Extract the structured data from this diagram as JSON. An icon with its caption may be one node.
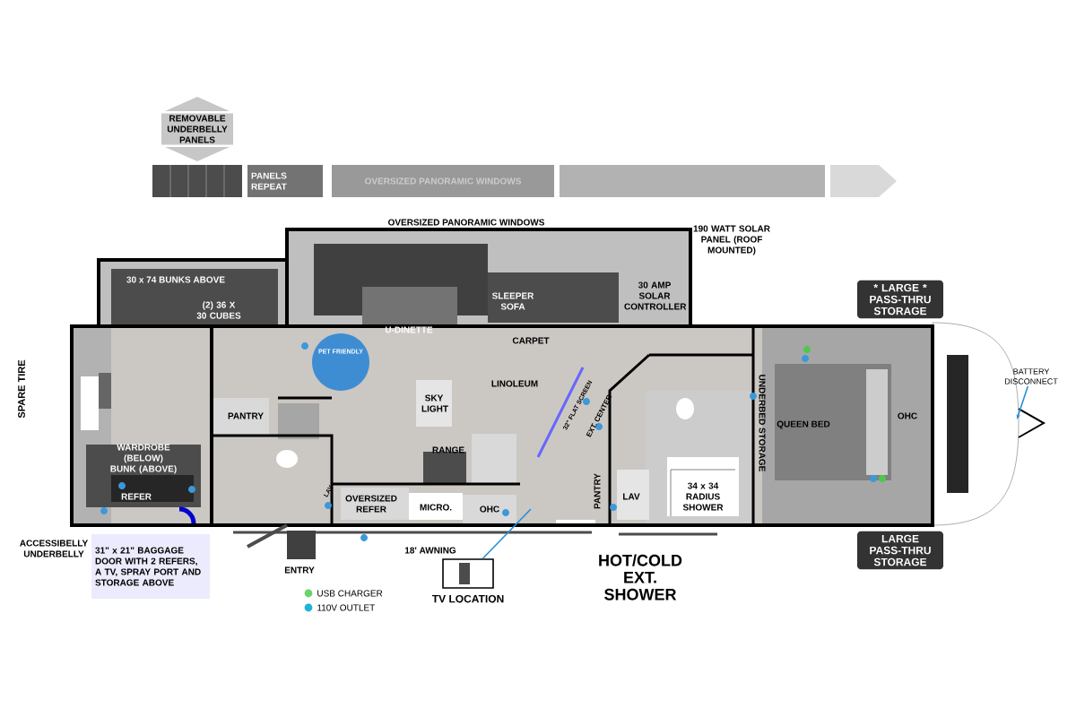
{
  "diagram": {
    "nodes": [
      {
        "text": [
          "REMOVABLE UNDERBELLY PANELS"
        ]
      },
      {
        "text": [
          "PANELS REPEAT"
        ]
      },
      {
        "text": [
          "OVERSIZED PANORAMIC WINDOWS"
        ]
      },
      {
        "text": [
          "* LARGE * PASS-THRU STORAGE"
        ]
      },
      {
        "text": [
          "PET FRIENDLY"
        ]
      },
      {
        "text": [
          "31\" x 21\" BAGGAGE DOOR WITH 2 REFERS, A TV, SPRAY PORT AND STORAGE ABOVE"
        ]
      },
      {
        "text": [
          "TV LOCATION"
        ]
      },
      {
        "text": [
          "LARGE PASS-THRU STORAGE"
        ]
      },
      {
        "text": [
          "BATTERY DISCONNECT"
        ]
      }
    ],
    "edges": [
      {
        "from": 6,
        "to": null,
        "arrow": "none"
      },
      {
        "from": 8,
        "to": null,
        "arrow": "to"
      }
    ],
    "labels": [
      "OVERSIZED PANORAMIC WINDOWS",
      "190 WATT SOLAR PANEL (ROOF MOUNTED)",
      "30 AMP SOLAR CONTROLLER",
      "30 x 74 BUNKS ABOVE",
      "(2) 36 X 30 CUBES",
      "SPARE TIRE",
      "U-DINETTE",
      "SLEEPER SOFA",
      "CARPET",
      "LINOLEUM",
      "SKY LIGHT",
      "PANTRY",
      "WARDROBE (BELOW) BUNK (ABOVE)",
      "REFER",
      "RANGE",
      "LAV",
      "OVERSIZED REFER",
      "MICRO.",
      "OHC",
      "ACCESSIBELLY UNDERBELLY",
      "ENTRY",
      "18' AWNING",
      "HOT/COLD EXT. SHOWER",
      "32\" FLAT SCREEN",
      "EXT. CENTER",
      "PANTRY",
      "LAV",
      "34 x 34 RADIUS SHOWER",
      "UNDERBED STORAGE",
      "QUEEN BED",
      "OHC"
    ],
    "legend": [
      {
        "text": "USB CHARGER",
        "color": "#6bd36b"
      },
      {
        "text": "110V OUTLET",
        "color": "#1fb3d6"
      }
    ]
  }
}
